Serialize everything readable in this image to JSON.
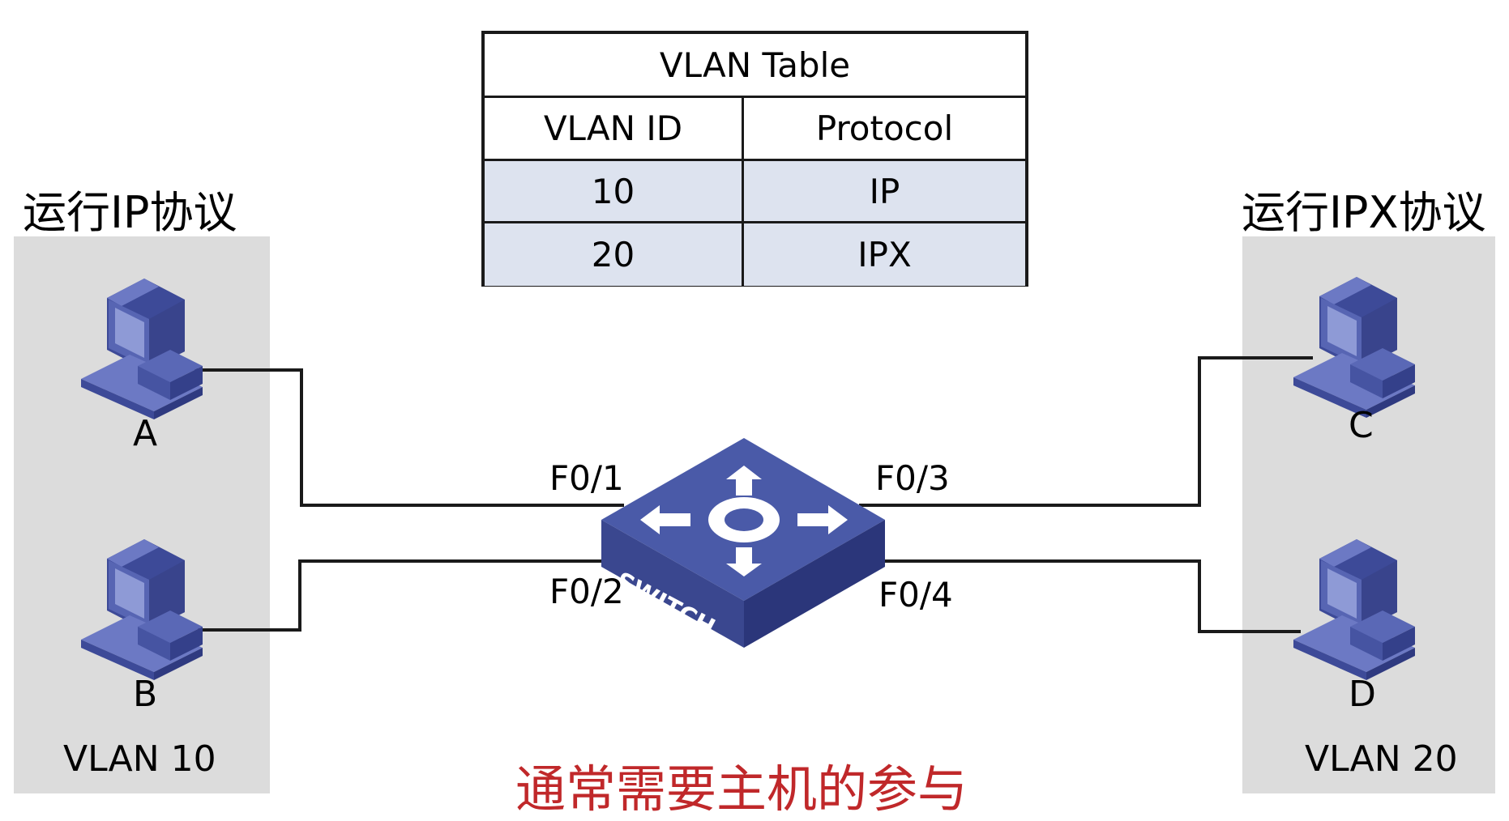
{
  "left_group": {
    "title": "运行IP协议",
    "vlan_label": "VLAN 10",
    "hosts": [
      "A",
      "B"
    ]
  },
  "right_group": {
    "title": "运行IPX协议",
    "vlan_label": "VLAN 20",
    "hosts": [
      "C",
      "D"
    ]
  },
  "switch": {
    "label": "SWITCH"
  },
  "ports": {
    "f01": "F0/1",
    "f02": "F0/2",
    "f03": "F0/3",
    "f04": "F0/4"
  },
  "vlan_table": {
    "title": "VLAN Table",
    "columns": [
      "VLAN ID",
      "Protocol"
    ],
    "rows": [
      [
        "10",
        "IP"
      ],
      [
        "20",
        "IPX"
      ]
    ]
  },
  "footer_note": "通常需要主机的参与",
  "colors": {
    "panel": "#dcdcdc",
    "table_row": "#dde3ef",
    "device": "#4a5aa8",
    "note": "#c0282a"
  }
}
